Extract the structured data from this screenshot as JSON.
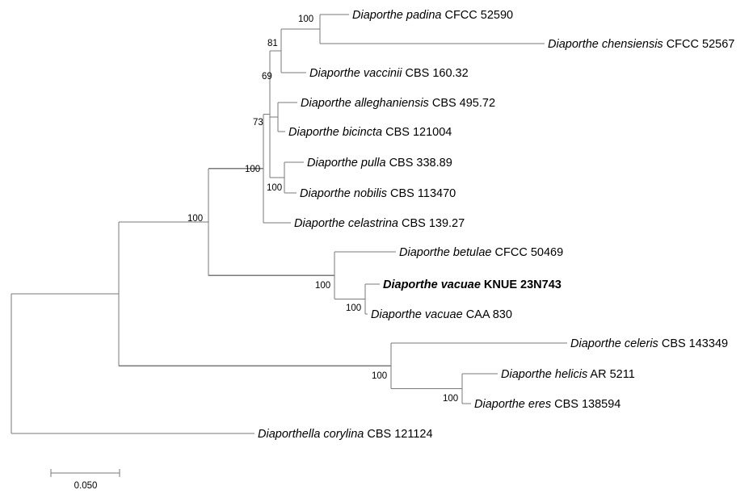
{
  "taxa": [
    {
      "id": "padina",
      "species": "Diaporthe padina",
      "strain": "CFCC 52590",
      "highlight": false
    },
    {
      "id": "chensiensis",
      "species": "Diaporthe chensiensis",
      "strain": "CFCC 52567",
      "highlight": false
    },
    {
      "id": "vaccinii",
      "species": "Diaporthe vaccinii",
      "strain": "CBS 160.32",
      "highlight": false
    },
    {
      "id": "alleghaniensis",
      "species": "Diaporthe alleghaniensis",
      "strain": "CBS 495.72",
      "highlight": false
    },
    {
      "id": "bicincta",
      "species": "Diaporthe bicincta",
      "strain": "CBS 121004",
      "highlight": false
    },
    {
      "id": "pulla",
      "species": "Diaporthe pulla",
      "strain": "CBS 338.89",
      "highlight": false
    },
    {
      "id": "nobilis",
      "species": "Diaporthe nobilis",
      "strain": "CBS 113470",
      "highlight": false
    },
    {
      "id": "celastrina",
      "species": "Diaporthe celastrina",
      "strain": "CBS 139.27",
      "highlight": false
    },
    {
      "id": "betulae",
      "species": "Diaporthe betulae",
      "strain": "CFCC 50469",
      "highlight": false
    },
    {
      "id": "vacuae_knue",
      "species": "Diaporthe vacuae",
      "strain": "KNUE 23N743",
      "highlight": true
    },
    {
      "id": "vacuae_caa",
      "species": "Diaporthe vacuae",
      "strain": "CAA 830",
      "highlight": false
    },
    {
      "id": "celeris",
      "species": "Diaporthe celeris",
      "strain": "CBS 143349",
      "highlight": false
    },
    {
      "id": "helicis",
      "species": "Diaporthe helicis",
      "strain": "AR 5211",
      "highlight": false
    },
    {
      "id": "eres",
      "species": "Diaporthe eres",
      "strain": "CBS 138594",
      "highlight": false
    },
    {
      "id": "corylina",
      "species": "Diaporthella corylina",
      "strain": "CBS 121124",
      "highlight": false
    }
  ],
  "bootstrap": {
    "padina_chensiensis": "100",
    "node81": "81",
    "node69": "69",
    "node73": "73",
    "pulla_nobilis": "100",
    "core_clade": "100",
    "big_clade": "100",
    "betulae_vacuae": "100",
    "vacuae_pair": "100",
    "celeris_clade": "100",
    "helicis_eres": "100"
  },
  "scale_bar": {
    "value": 0.05,
    "label": "0.050"
  },
  "colors": {
    "branch": "#7a7a7a",
    "text": "#000000",
    "background": "#ffffff"
  }
}
